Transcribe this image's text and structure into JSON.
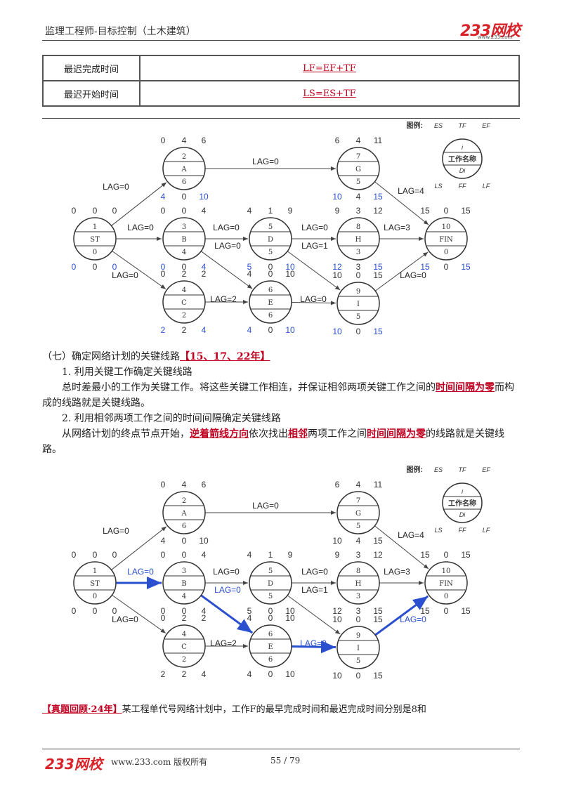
{
  "header": {
    "title": "监理工程师-目标控制（土木建筑）",
    "logo": "233网校",
    "logo_sub": "www.233.com"
  },
  "table": {
    "rows": [
      {
        "label": "最迟完成时间",
        "formula": "LF=EF+TF"
      },
      {
        "label": "最迟开始时间",
        "formula": "LS=ES+TF"
      }
    ]
  },
  "legend": {
    "title": "图例:",
    "top": [
      "ES",
      "TF",
      "EF"
    ],
    "inner": [
      "i",
      "工作名称",
      "Di"
    ],
    "bottom": [
      "LS",
      "FF",
      "LF"
    ]
  },
  "nodes": {
    "ST": {
      "num": "1",
      "name": "ST",
      "dur": "0",
      "tl": "0",
      "tm": "0",
      "tr": "0",
      "bl": "0",
      "bm": "0",
      "br": "0"
    },
    "A": {
      "num": "2",
      "name": "A",
      "dur": "6",
      "tl": "0",
      "tm": "4",
      "tr": "6",
      "bl": "4",
      "bm": "0",
      "br": "10"
    },
    "B": {
      "num": "3",
      "name": "B",
      "dur": "4",
      "tl": "0",
      "tm": "0",
      "tr": "4",
      "bl": "0",
      "bm": "0",
      "br": "4"
    },
    "C": {
      "num": "4",
      "name": "C",
      "dur": "2",
      "tl": "0",
      "tm": "2",
      "tr": "2",
      "bl": "2",
      "bm": "2",
      "br": "4"
    },
    "D": {
      "num": "5",
      "name": "D",
      "dur": "5",
      "tl": "4",
      "tm": "1",
      "tr": "9",
      "bl": "5",
      "bm": "0",
      "br": "10"
    },
    "E": {
      "num": "6",
      "name": "E",
      "dur": "6",
      "tl": "4",
      "tm": "0",
      "tr": "10",
      "bl": "4",
      "bm": "0",
      "br": "10"
    },
    "G": {
      "num": "7",
      "name": "G",
      "dur": "5",
      "tl": "6",
      "tm": "4",
      "tr": "11",
      "bl": "10",
      "bm": "4",
      "br": "15"
    },
    "H": {
      "num": "8",
      "name": "H",
      "dur": "3",
      "tl": "9",
      "tm": "3",
      "tr": "12",
      "bl": "12",
      "bm": "3",
      "br": "15"
    },
    "I": {
      "num": "9",
      "name": "I",
      "dur": "5",
      "tl": "10",
      "tm": "0",
      "tr": "15",
      "bl": "10",
      "bm": "0",
      "br": "15"
    },
    "FIN": {
      "num": "10",
      "name": "FIN",
      "dur": "0",
      "tl": "15",
      "tm": "0",
      "tr": "15",
      "bl": "15",
      "bm": "0",
      "br": "15"
    }
  },
  "lags": {
    "ST_A": "LAG=0",
    "ST_B": "LAG=0",
    "ST_C": "LAG=0",
    "A_G": "LAG=0",
    "B_D": "LAG=0",
    "B_E": "LAG=0",
    "C_E": "LAG=2",
    "D_H": "LAG=0",
    "D_I": "LAG=1",
    "E_I": "LAG=0",
    "G_FIN": "LAG=4",
    "H_FIN": "LAG=3",
    "I_FIN": "LAG=0"
  },
  "section": {
    "heading": "（七）确定网络计划的关键线路",
    "heading_tag": "【15、17、22年】",
    "item1": "1. 利用关键工作确定关键线路",
    "p1_a": "总时差最小的工作为关键工作。将这些关键工作相连，并保证相邻两项关键工作之间的",
    "p1_b": "时间间隔为零",
    "p1_c": "而构成的线路就是关键线路。",
    "item2": "2. 利用相邻两项工作之间的时间间隔确定关键线路",
    "p2_a": "从网络计划的终点节点开始，",
    "p2_b": "逆着箭线方向",
    "p2_c": "依次找出",
    "p2_d": "相邻",
    "p2_e": "两项工作之间",
    "p2_f": "时间间隔为零",
    "p2_g": "的线路就是关键线路。"
  },
  "question": {
    "tag": "【真题回顾·24年】",
    "text": "某工程单代号网络计划中，工作F的最早完成时间和最迟完成时间分别是8和"
  },
  "footer": {
    "logo": "233网校",
    "text": "www.233.com 版权所有",
    "page": "55 / 79"
  },
  "colors": {
    "red": "#c00020",
    "blue": "#2a4fcf",
    "ink": "#333333"
  }
}
